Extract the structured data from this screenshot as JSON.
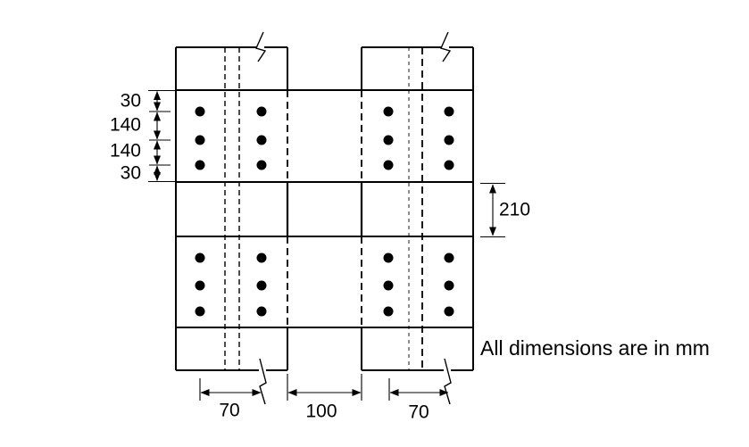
{
  "figure": {
    "kind": "bolted-splice-connection-drawing",
    "note": "All dimensions are in mm",
    "dimensions": {
      "edge_top": "30",
      "pitch_upper": "140",
      "pitch_lower": "140",
      "edge_bottom": "30",
      "plate_clear_gap": "210",
      "gauge_left": "70",
      "member_gap": "100",
      "gauge_right": "70"
    },
    "bolts": {
      "columns": 4,
      "rows_per_group": 3,
      "groups": 2
    },
    "colors": {
      "line": "#000000",
      "bolt": "#000000",
      "background": "#ffffff"
    }
  }
}
